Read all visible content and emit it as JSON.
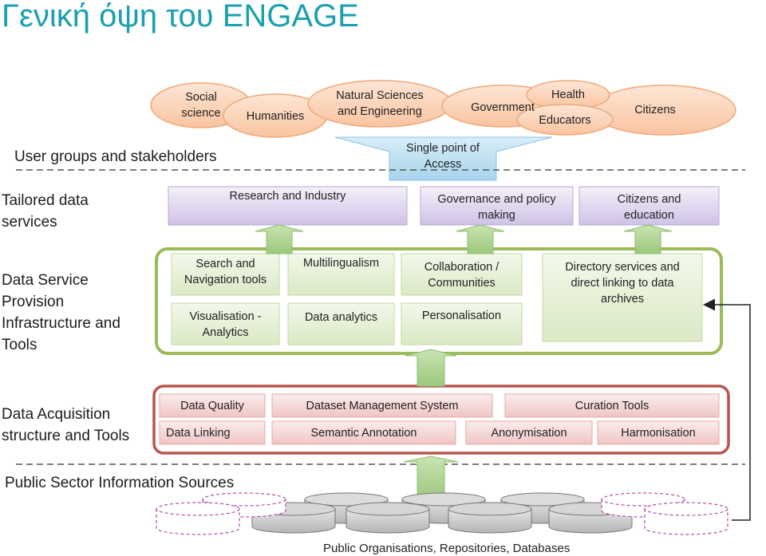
{
  "title": "Γενική όψη του ENGAGE",
  "rows": {
    "user_groups": "User groups and stakeholders",
    "tailored_1": "Tailored data",
    "tailored_2": "services",
    "provision_1": "Data Service",
    "provision_2": "Provision",
    "provision_3": "Infrastructure and",
    "provision_4": "Tools",
    "acquisition_1": "Data Acquisition",
    "acquisition_2": "structure and Tools",
    "psi": "Public Sector Information Sources"
  },
  "stakeholders": {
    "social_science": "Social\nscience",
    "humanities": "Humanities",
    "natural_sciences": "Natural Sciences\nand Engineering",
    "government": "Government",
    "health": "Health",
    "educators": "Educators",
    "citizens": "Citizens"
  },
  "access": "Single point of\nAccess",
  "tailored_services": {
    "research": "Research and Industry",
    "governance": "Governance and policy\nmaking",
    "citizens_education": "Citizens and\neducation"
  },
  "provision_tools": {
    "search": "Search and\nNavigation tools",
    "visualisation": "Visualisation -\nAnalytics",
    "multilingualism": "Multilingualism",
    "data_analytics": "Data analytics",
    "collaboration": "Collaboration /\nCommunities",
    "personalisation": "Personalisation",
    "directory": "Directory services and\ndirect linking to data\narchives"
  },
  "acquisition_tools": {
    "data_quality": "Data Quality",
    "dataset_management": "Dataset Management System",
    "curation": "Curation Tools",
    "data_linking": "Data Linking",
    "semantic_annotation": "Semantic Annotation",
    "anonymisation": "Anonymisation",
    "harmonisation": "Harmonisation"
  },
  "sources_caption": "Public Organisations, Repositories, Databases",
  "colors": {
    "title": "#1aa0b0",
    "stakeholder_fill": "#fbd0b4",
    "stakeholder_stroke": "#f0a878",
    "tailored_fill": "#ddd3ec",
    "provision_frame": "#9bbb59",
    "provision_fill": "#e4eed4",
    "acquisition_frame": "#b85450",
    "acquisition_fill": "#f4d8d6",
    "arrow_green": "#a9d18e",
    "access_arrow": "#b6dcf0",
    "database_fill": "#c8c8c8"
  }
}
